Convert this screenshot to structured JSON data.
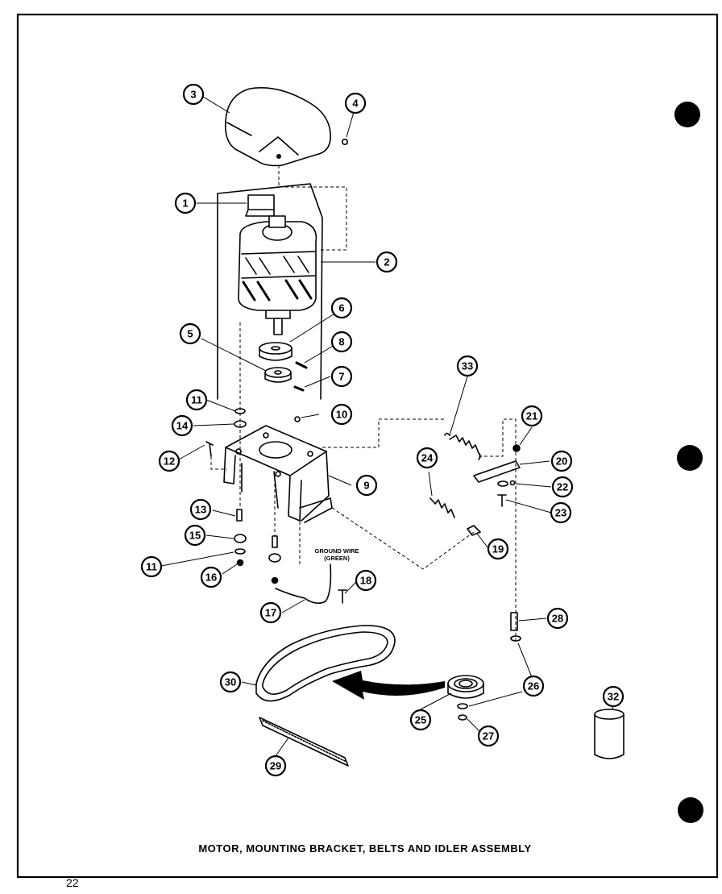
{
  "diagram": {
    "caption": "MOTOR, MOUNTING BRACKET, BELTS AND IDLER ASSEMBLY",
    "page_number": "22",
    "ground_wire_label_line1": "GROUND WIRE",
    "ground_wire_label_line2": "(GREEN)",
    "callouts": [
      "1",
      "2",
      "3",
      "4",
      "5",
      "6",
      "7",
      "8",
      "9",
      "10",
      "11",
      "11",
      "12",
      "13",
      "14",
      "15",
      "16",
      "17",
      "18",
      "19",
      "20",
      "21",
      "22",
      "23",
      "24",
      "25",
      "26",
      "27",
      "28",
      "29",
      "30",
      "32",
      "33"
    ]
  }
}
